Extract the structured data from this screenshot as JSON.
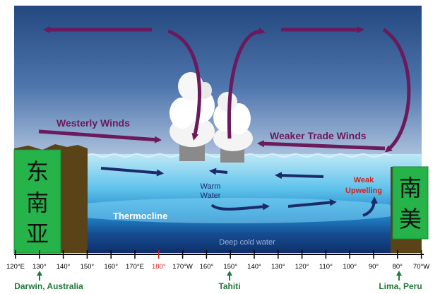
{
  "labels": {
    "westerly": "Westerly Winds",
    "weaker_trade": "Weaker Trade Winds",
    "warm_line1": "Warm",
    "warm_line2": "Water",
    "weak_line1": "Weak",
    "weak_line2": "Upwelling",
    "thermocline": "Thermocline",
    "deep": "Deep cold water"
  },
  "land_labels": {
    "left": [
      "东",
      "南",
      "亚"
    ],
    "right": [
      "南",
      "美"
    ]
  },
  "axis_ticks": [
    "120°E",
    "130°",
    "140°",
    "150°",
    "160°",
    "170°E",
    "180°",
    "170°W",
    "160°",
    "150°",
    "140°",
    "130°",
    "120°",
    "110°",
    "100°",
    "90°",
    "80°",
    "70°W"
  ],
  "locations": [
    {
      "name": "Darwin, Australia"
    },
    {
      "name": "Tahiti"
    },
    {
      "name": "Lima, Peru"
    }
  ],
  "colors": {
    "sky": "#2a4e86",
    "sky_light": "#6f92c2",
    "wind_arrow": "#6b1a5c",
    "current_arrow": "#1a2a6b",
    "land_green": "#26b34a",
    "location_green": "#1f7a3a",
    "dateline_red": "#d42020",
    "upwelling_red": "#d42020"
  }
}
